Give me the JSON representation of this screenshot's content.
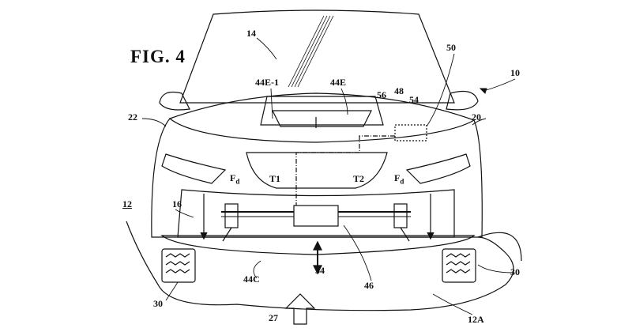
{
  "figure": {
    "title": "FIG. 4"
  },
  "labels": {
    "windshield": "14",
    "vehicle": "10",
    "controller": "50",
    "hood_vent_flap": "44E-1",
    "hood_vent": "44E",
    "component_56": "56",
    "component_48": "48",
    "component_54_top": "54",
    "left_fender": "22",
    "right_fender": "20",
    "force_left": "F",
    "force_left_sub": "d",
    "torque_1": "T1",
    "torque_2": "T2",
    "force_right": "F",
    "force_right_sub": "d",
    "ground": "12",
    "body_16": "16",
    "front_spoiler": "44C",
    "actuator_54": "54",
    "axle_46": "46",
    "wheel_right": "30",
    "wheel_left": "30",
    "airflow": "27",
    "road_surface": "12A"
  },
  "colors": {
    "ink": "#111111",
    "background": "#ffffff"
  }
}
